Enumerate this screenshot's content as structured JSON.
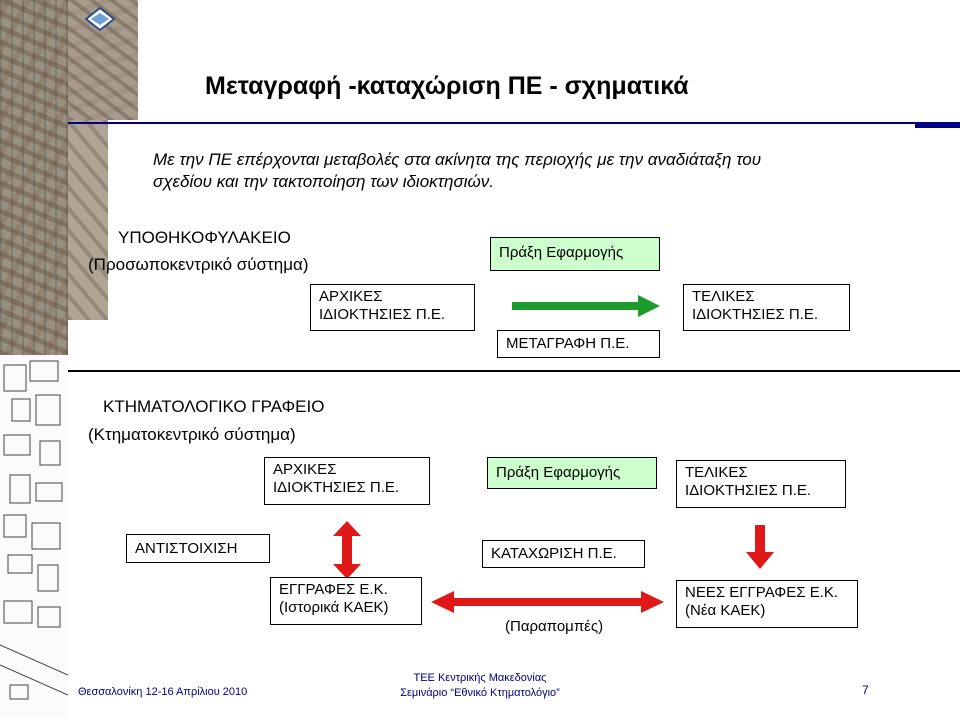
{
  "title": "Μεταγραφή -καταχώριση ΠΕ - σχηματικά",
  "intro": {
    "line1": "Με την ΠΕ επέρχονται μεταβολές στα ακίνητα της περιοχής με την αναδιάταξη του",
    "line2": "σχεδίου και την τακτοποίηση των ιδιοκτησιών."
  },
  "section1": {
    "heading": "ΥΠΟΘΗΚΟΦΥΛΑΚΕΙΟ",
    "subheading": "(Προσωποκεντρικό σύστημα)",
    "initial_box": {
      "line1": "ΑΡΧΙΚΕΣ",
      "line2": "ΙΔΙΟΚΤΗΣΙΕΣ Π.Ε."
    },
    "act_box": "Πράξη Εφαρμογής",
    "transfer_box": "ΜΕΤΑΓΡΑΦΗ Π.Ε.",
    "final_box": {
      "line1": "ΤΕΛΙΚΕΣ",
      "line2": "ΙΔΙΟΚΤΗΣΙΕΣ Π.Ε."
    }
  },
  "section2": {
    "heading": "ΚΤΗΜΑΤΟΛΟΓΙΚΟ ΓΡΑΦΕΙΟ",
    "subheading": "(Κτηματοκεντρικό σύστημα)",
    "initial_box": {
      "line1": "ΑΡΧΙΚΕΣ",
      "line2": "ΙΔΙΟΚΤΗΣΙΕΣ Π.Ε."
    },
    "act_box": "Πράξη Εφαρμογής",
    "final_box": {
      "line1": "ΤΕΛΙΚΕΣ",
      "line2": "ΙΔΙΟΚΤΗΣΙΕΣ Π.Ε."
    },
    "correspondence_box": "ΑΝΤΙΣΤΟΙΧΙΣΗ",
    "registration_box": "ΚΑΤΑΧΩΡΙΣΗ Π.Ε.",
    "old_records_box": {
      "line1": "ΕΓΓΡΑΦΕΣ Ε.Κ.",
      "line2": "(Ιστορικά ΚΑΕΚ)"
    },
    "new_records_box": {
      "line1": "ΝΕΕΣ ΕΓΓΡΑΦΕΣ Ε.Κ.",
      "line2": "(Νέα ΚΑΕΚ)"
    },
    "references_label": "(Παραπομπές)"
  },
  "footer": {
    "date_place": "Θεσσαλονίκη 12-16 Απρίλιου 2010",
    "org": "ΤΕΕ Κεντρικής Μακεδονίας",
    "seminar": "Σεμινάριο “Εθνικό Κτηματολόγιο”",
    "page": "7"
  },
  "colors": {
    "green_arrow": "#1e9b2e",
    "red_arrow": "#e01818",
    "box_green": "#ccffcc",
    "rule": "#000080",
    "footer_text": "#000080"
  },
  "icons": [
    "house-logo-icon",
    "green-right-arrow-icon",
    "red-double-arrow-icon",
    "red-down-arrow-icon"
  ]
}
